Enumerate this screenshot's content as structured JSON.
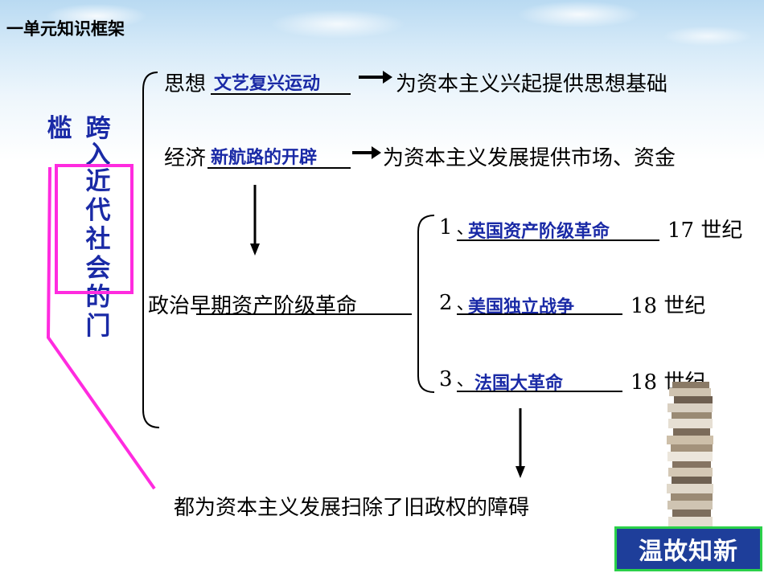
{
  "title": "一单元知识框架",
  "left_label": {
    "col1": [
      "槛"
    ],
    "col2": [
      "跨",
      "入",
      "近",
      "代",
      "社",
      "会",
      "的",
      "门"
    ]
  },
  "rows": {
    "thought": {
      "label": "思想",
      "fill": "文艺复兴运动",
      "result": "为资本主义兴起提供思想基础"
    },
    "economy": {
      "label": "经济",
      "fill": "新航路的开辟",
      "result": "为资本主义发展提供市场、资金"
    },
    "politics": {
      "label": "政治早期资产阶级革命"
    }
  },
  "revolutions": [
    {
      "num": "1",
      "sep": "、",
      "name": "英国资产阶级革命",
      "century": "17 世纪"
    },
    {
      "num": "2",
      "sep": "、",
      "name": "美国独立战争",
      "century": "18 世纪"
    },
    {
      "num": "3",
      "sep": "、",
      "name": "法国大革命",
      "century": "18 世纪"
    }
  ],
  "conclusion": "都为资本主义发展扫除了旧政权的障碍",
  "badge": "温故知新",
  "colors": {
    "fill_text": "#1a2aa6",
    "highlight": "#ff2bdf",
    "badge_bg": "#1e3e9a",
    "badge_border": "#2bd04a"
  }
}
